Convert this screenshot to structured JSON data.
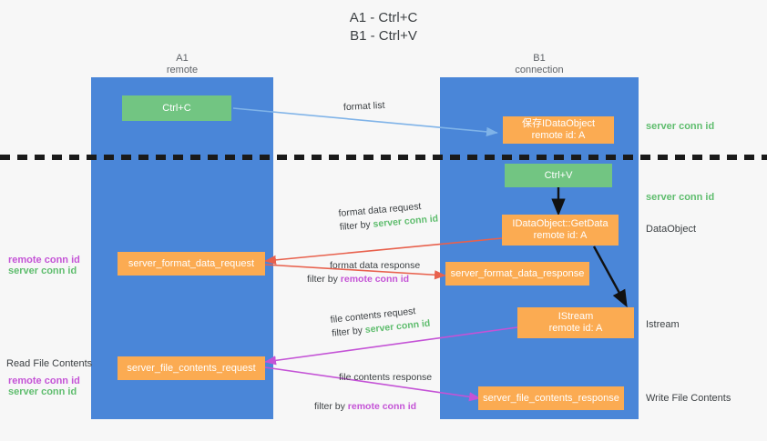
{
  "title": "A1 - Ctrl+C\nB1 - Ctrl+V",
  "lanes": {
    "left": {
      "header": "A1\nremote",
      "color": "#4a86d8"
    },
    "right": {
      "header": "B1\nconnection",
      "color": "#4a86d8"
    }
  },
  "colors": {
    "lane": "#4a86d8",
    "green_box": "#72c582",
    "orange_box": "#fbab52",
    "server_conn_id": "#5fbd6e",
    "remote_conn_id": "#c453d6",
    "arrow_blue": "#7fb3e8",
    "arrow_red": "#e8614d",
    "arrow_magenta": "#c453d6",
    "arrow_black": "#111111",
    "background": "#f7f7f7",
    "text": "#3c4043"
  },
  "boxes": {
    "ctrl_c": "Ctrl+C",
    "ctrl_v": "Ctrl+V",
    "save_idataobject": "保存IDataObject\nremote id: A",
    "idataobject_getdata": "IDataObject::GetData\nremote id: A",
    "istream": "IStream\nremote id: A",
    "server_format_data_request": "server_format_data_request",
    "server_format_data_response": "server_format_data_response",
    "server_file_contents_request": "server_file_contents_request",
    "server_file_contents_response": "server_file_contents_response"
  },
  "edge_labels": {
    "format_list": "format list",
    "format_data_request": "format data request",
    "format_data_request_filter_prefix": "filter by ",
    "format_data_request_filter_value": "server conn id",
    "format_data_response": "format data response",
    "format_data_response_filter_prefix": "filter by ",
    "format_data_response_filter_value": "remote conn id",
    "file_contents_request": "file contents request",
    "file_contents_request_filter_prefix": "filter by ",
    "file_contents_request_filter_value": "server conn id",
    "file_contents_response": "file contents response",
    "file_contents_response_filter_prefix": "filter by ",
    "file_contents_response_filter_value": "remote conn id"
  },
  "right_annotations": {
    "server_conn_id_top": "server conn id",
    "server_conn_id_second": "server conn id",
    "dataobject": "DataObject",
    "istream": "Istream",
    "write_file_contents": "Write File Contents"
  },
  "left_annotations": {
    "remote_conn_id_1": "remote conn id",
    "server_conn_id_1": "server conn id",
    "read_file_contents": "Read File Contents",
    "remote_conn_id_2": "remote conn id",
    "server_conn_id_2": "server conn id"
  }
}
